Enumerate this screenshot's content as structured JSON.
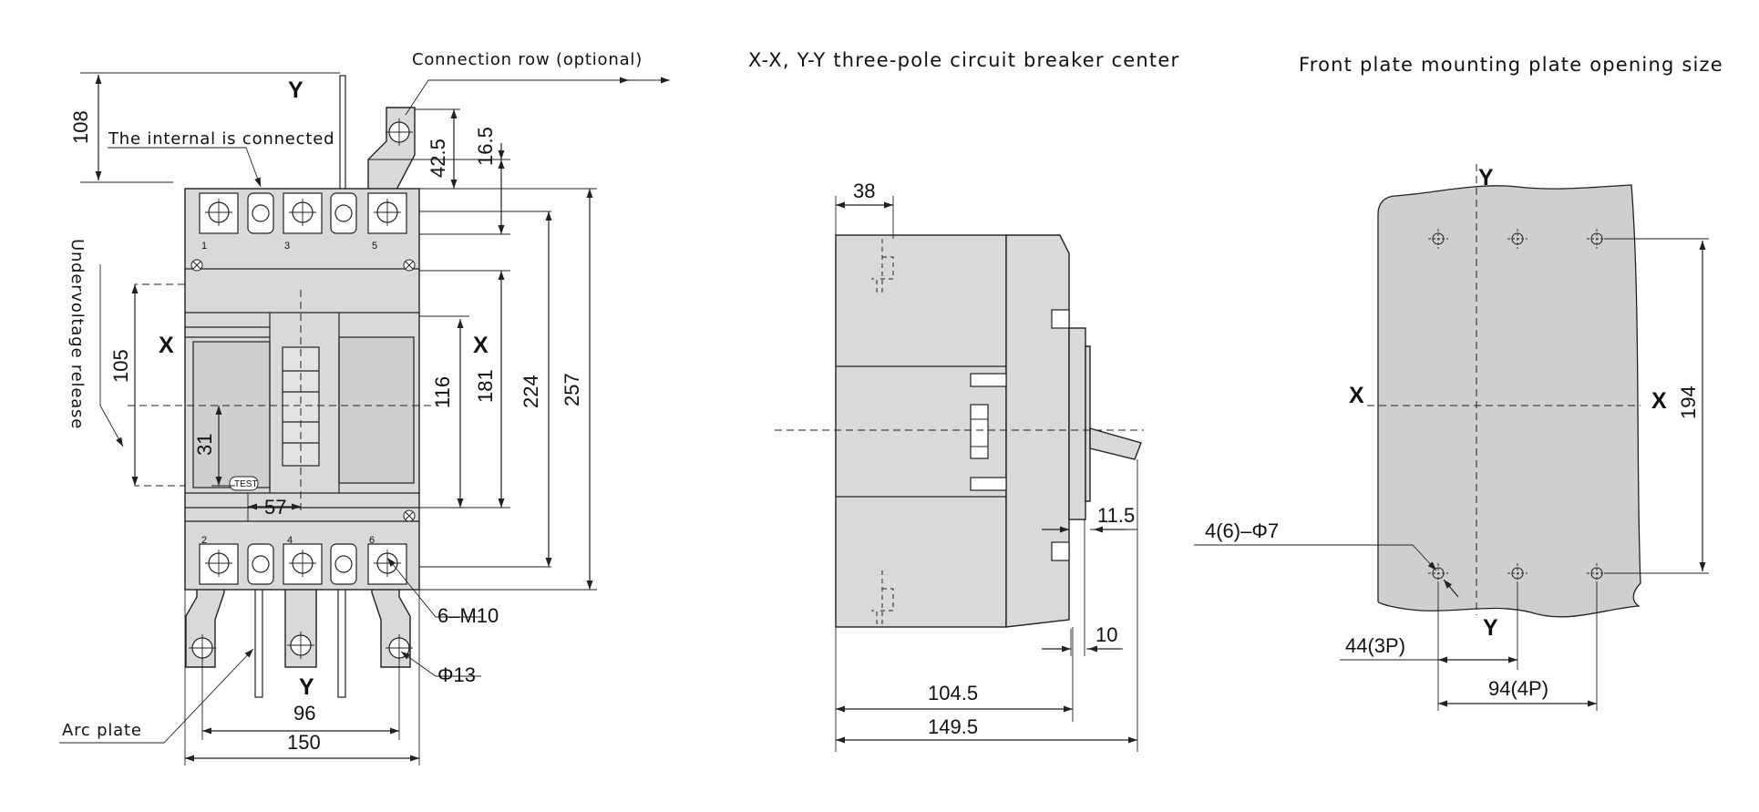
{
  "titles": {
    "side_view": "X-X, Y-Y three-pole circuit breaker center",
    "panel_cutout": "Front plate mounting plate opening size"
  },
  "front_view": {
    "labels": {
      "connection_row": "Connection row (optional)",
      "internal_connected": "The internal is connected",
      "undervoltage": "Undervoltage release",
      "arc_plate": "Arc plate",
      "test_button": "TEST",
      "thread": "6–M10",
      "hole_diameter": "Φ13"
    },
    "axis_labels": {
      "y_top": "Y",
      "y_bottom": "Y",
      "x_left": "X",
      "x_right": "X"
    },
    "terminal_numbers_top": [
      "1",
      "3",
      "5"
    ],
    "terminal_numbers_bottom": [
      "2",
      "4",
      "6"
    ],
    "dimensions": {
      "d108": "108",
      "d42_5": "42.5",
      "d16_5": "16.5",
      "d105": "105",
      "d31": "31",
      "d57": "57",
      "d116": "116",
      "d181": "181",
      "d224": "224",
      "d257": "257",
      "d96": "96",
      "d150": "150"
    }
  },
  "side_view": {
    "dimensions": {
      "d38": "38",
      "d11_5": "11.5",
      "d10": "10",
      "d104_5": "104.5",
      "d149_5": "149.5"
    }
  },
  "panel_cutout": {
    "axis_labels": {
      "y_top": "Y",
      "y_bottom": "Y",
      "x_left": "X",
      "x_right": "X"
    },
    "dimensions": {
      "d194": "194",
      "hole": "4(6)–Φ7",
      "d44": "44(3P)",
      "d94": "94(4P)"
    }
  }
}
